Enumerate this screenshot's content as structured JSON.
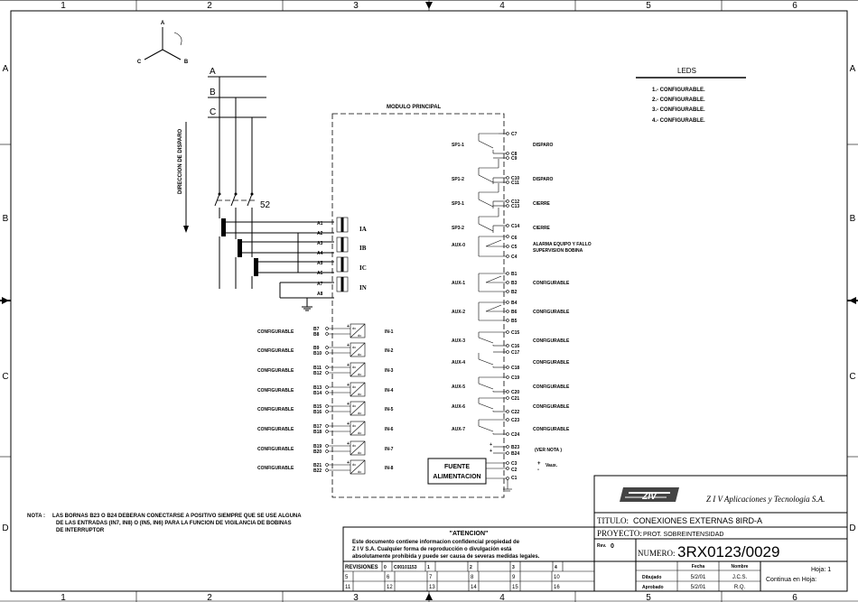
{
  "frame": {
    "columns": [
      "1",
      "2",
      "3",
      "4",
      "5",
      "6"
    ],
    "rows": [
      "A",
      "B",
      "C",
      "D"
    ]
  },
  "phase_symbol": {
    "a": "A",
    "b": "B",
    "c": "C"
  },
  "bus": {
    "a": "A",
    "b": "B",
    "c": "C"
  },
  "direction_label": "DIRECCION DE DISPARO",
  "breaker_label": "52",
  "module_title": "MODULO PRINCIPAL",
  "ct_inputs": [
    {
      "term1": "A1",
      "term2": "A2",
      "label": "IA"
    },
    {
      "term1": "A3",
      "term2": "A4",
      "label": "IB"
    },
    {
      "term1": "A5",
      "term2": "A6",
      "label": "IC"
    },
    {
      "term1": "A7",
      "term2": "A8",
      "label": "IN"
    }
  ],
  "digital_inputs": [
    {
      "desc": "CONFIGURABLE",
      "t1": "B7",
      "t2": "B8",
      "name": "IN-1"
    },
    {
      "desc": "CONFIGURABLE",
      "t1": "B9",
      "t2": "B10",
      "name": "IN-2"
    },
    {
      "desc": "CONFIGURABLE",
      "t1": "B11",
      "t2": "B12",
      "name": "IN-3"
    },
    {
      "desc": "CONFIGURABLE",
      "t1": "B13",
      "t2": "B14",
      "name": "IN-4"
    },
    {
      "desc": "CONFIGURABLE",
      "t1": "B15",
      "t2": "B16",
      "name": "IN-5"
    },
    {
      "desc": "CONFIGURABLE",
      "t1": "B17",
      "t2": "B18",
      "name": "IN-6"
    },
    {
      "desc": "CONFIGURABLE",
      "t1": "B19",
      "t2": "B20",
      "name": "IN-7"
    },
    {
      "desc": "CONFIGURABLE",
      "t1": "B21",
      "t2": "B22",
      "name": "IN-8"
    }
  ],
  "dcdc": {
    "top": "dc",
    "bottom": "dc"
  },
  "trip_outputs": [
    {
      "name": "SP1-1",
      "t1": "C7",
      "t2": "C8",
      "t3": "C9",
      "desc": "DISPARO"
    },
    {
      "name": "SP1-2",
      "t1": "",
      "t2": "C10",
      "t3": "C11",
      "desc": "DISPARO"
    },
    {
      "name": "SP3-1",
      "t1": "",
      "t2": "C12",
      "t3": "C13",
      "desc": "CIERRE"
    },
    {
      "name": "SP3-2",
      "t1": "",
      "t2": "C14",
      "t3": "",
      "desc": "CIERRE"
    }
  ],
  "aux0": {
    "name": "AUX-0",
    "t1": "C6",
    "t2": "C5",
    "t3": "C4",
    "desc1": "ALARMA EQUIPO Y FALLO",
    "desc2": "SUPERVISION BOBINA"
  },
  "aux_changeover": [
    {
      "name": "AUX-1",
      "t1": "B1",
      "t2": "B3",
      "t3": "B2",
      "desc": "CONFIGURABLE"
    },
    {
      "name": "AUX-2",
      "t1": "B4",
      "t2": "B6",
      "t3": "B5",
      "desc": "CONFIGURABLE"
    }
  ],
  "aux_no": [
    {
      "name": "AUX-3",
      "t1": "C15",
      "t2": "C16",
      "t3": "C17",
      "desc": "CONFIGURABLE"
    },
    {
      "name": "AUX-4",
      "t1": "",
      "t2": "C18",
      "t3": "",
      "desc": "CONFIGURABLE"
    },
    {
      "name": "AUX-5",
      "t1": "C19",
      "t2": "C20",
      "t3": "",
      "desc": "CONFIGURABLE"
    },
    {
      "name": "AUX-6",
      "t1": "C21",
      "t2": "C22",
      "t3": "",
      "desc": "CONFIGURABLE"
    },
    {
      "name": "AUX-7",
      "t1": "C23",
      "t2": "C24",
      "t3": "",
      "desc": "CONFIGURABLE"
    }
  ],
  "b23": {
    "t1": "B23",
    "t2": "B24",
    "note": "(VER NOTA )"
  },
  "power": {
    "line1": "FUENTE",
    "line2": "ALIMENTACION",
    "t1": "C3",
    "t2": "C2",
    "t3": "C1",
    "plus": "+",
    "minus": "-",
    "vaux": "Vaux."
  },
  "leds": {
    "title": "LEDS",
    "items": [
      "1.- CONFIGURABLE.",
      "2.- CONFIGURABLE.",
      "3.- CONFIGURABLE.",
      "4.- CONFIGURABLE."
    ]
  },
  "note": {
    "label": "NOTA :",
    "lines": [
      "LAS BORNAS B23 O B24 DEBERAN CONECTARSE A POSITIVO SIEMPRE QUE SE USE ALGUNA",
      "DE LAS ENTRADAS (IN7, IN8)  O (IN5, IN6) PARA LA FUNCION DE VIGILANCIA DE BOBINAS",
      "DE INTERRUPTOR"
    ]
  },
  "attention": {
    "title": "\"ATENCION\"",
    "lines": [
      "Este documento contiene informacion confidencial propiedad de",
      "Z I V S.A. Cualquier forma de reproducción o divulgación está",
      "absolutamente prohibida y puede ser causa de severas medidas legales."
    ]
  },
  "revisions": {
    "label": "REVISIONES",
    "row1": [
      "0",
      "C00101153",
      "1",
      "",
      "2",
      "",
      "3",
      "",
      "4",
      ""
    ],
    "row2": [
      "5",
      "",
      "6",
      "",
      "7",
      "",
      "8",
      "",
      "9",
      "",
      "10"
    ],
    "row3": [
      "11",
      "",
      "12",
      "",
      "13",
      "",
      "14",
      "",
      "15",
      "",
      "16"
    ]
  },
  "title_block": {
    "company": "Z I V Aplicaciones y Tecnologia S.A.",
    "logo": "ZIV",
    "titulo_label": "TITULO:",
    "titulo": "CONEXIONES EXTERNAS 8IRD-A",
    "proyecto_label": "PROYECTO:",
    "proyecto": "PROT. SOBREINTENSIDAD",
    "rev_label": "Rev.",
    "rev": "0",
    "numero_label": "NUMERO:",
    "numero": "3RX0123/0029",
    "fecha_header": "Fecha",
    "nombre_header": "Nombre",
    "dibujado_label": "Dibujado",
    "dibujado_fecha": "5/2/01",
    "dibujado_nombre": "J.C.S.",
    "aprobado_label": "Aprobado",
    "aprobado_fecha": "5/2/01",
    "aprobado_nombre": "R.Q.",
    "hoja": "Hoja: 1",
    "continua": "Continua en Hoja:"
  }
}
